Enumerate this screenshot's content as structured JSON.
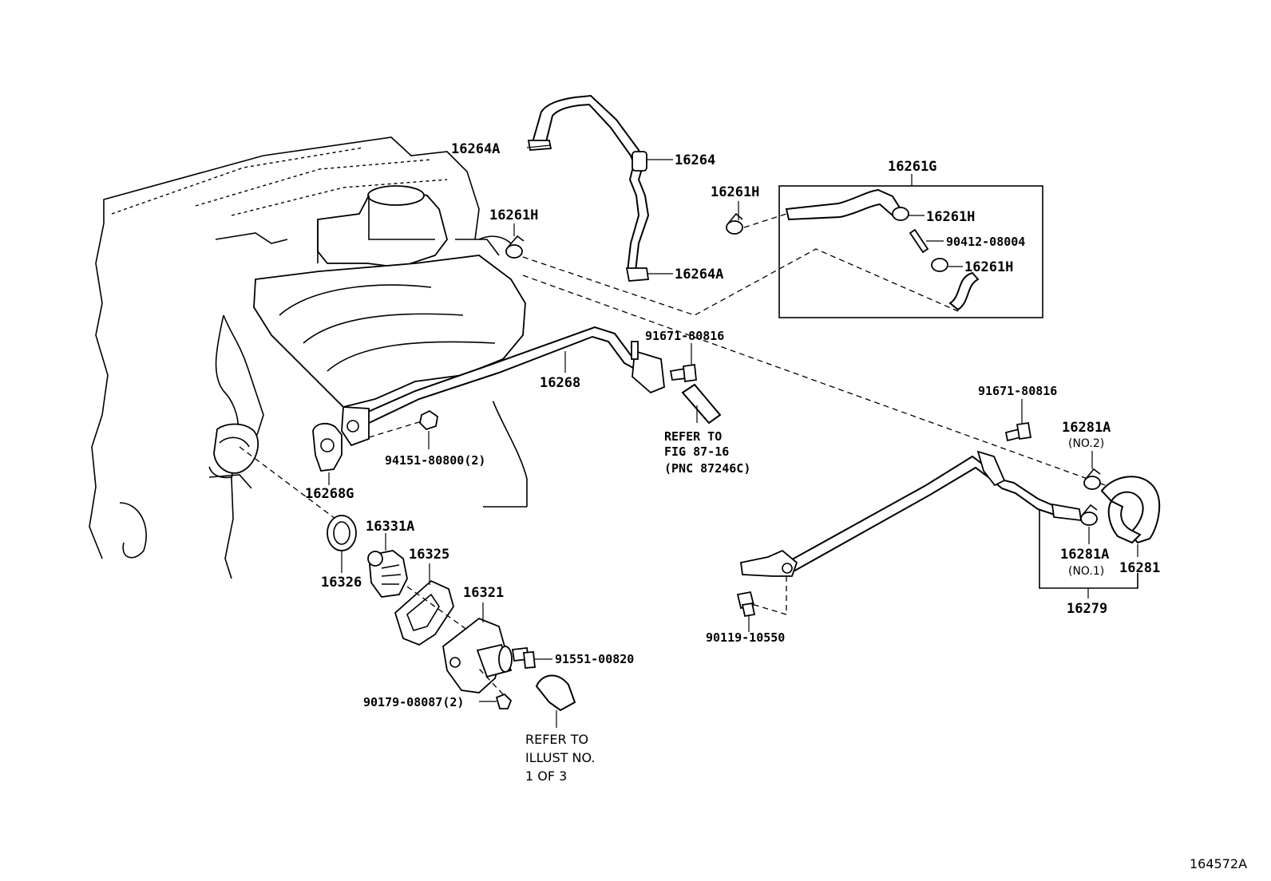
{
  "figure_id": "164572A",
  "labels": {
    "p16264A_top": "16264A",
    "p16264": "16264",
    "p16264A_bottom": "16264A",
    "p16261H_engine": "16261H",
    "p16261G": "16261G",
    "p16261H_left": "16261H",
    "p16261H_box1": "16261H",
    "p90412": "90412-08004",
    "p16261H_box2": "16261H",
    "p91671_upper": "91671-80816",
    "p16268": "16268",
    "p94151": "94151-80800(2)",
    "p16268G": "16268G",
    "p16331A": "16331A",
    "p16325": "16325",
    "p16326": "16326",
    "p16321": "16321",
    "p91551": "91551-00820",
    "p90179": "90179-08087(2)",
    "p91671_right": "91671-80816",
    "p16281A_no2": "16281A",
    "no2": "(NO.2)",
    "p16281A_no1": "16281A",
    "no1": "(NO.1)",
    "p16281": "16281",
    "p16279": "16279",
    "p90119": "90119-10550"
  },
  "notes": {
    "refer_fig_line1": "REFER TO",
    "refer_fig_line2": "FIG 87-16",
    "refer_fig_line3": "(PNC 87246C)",
    "refer_illust_line1": "REFER TO",
    "refer_illust_line2": "ILLUST NO.",
    "refer_illust_line3": "1 OF 3"
  }
}
